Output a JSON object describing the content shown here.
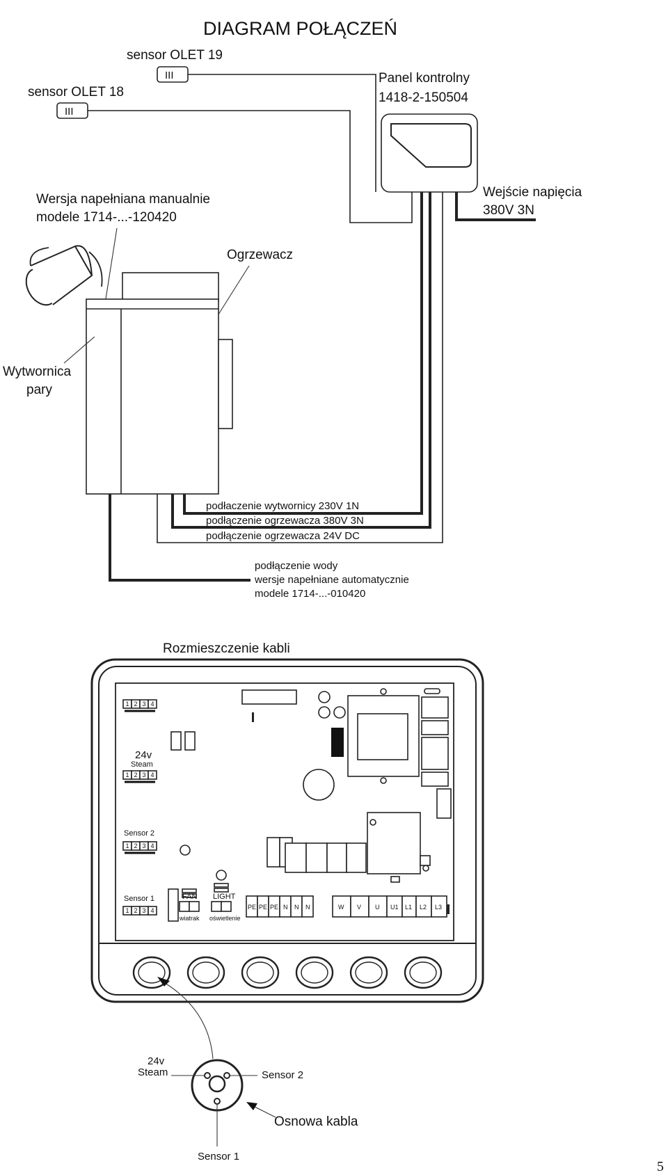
{
  "top": {
    "title": "DIAGRAM POŁĄCZEŃ",
    "sensor19": "sensor OLET 19",
    "sensor18": "sensor OLET 18",
    "sensor_glyph": "III",
    "panel_line1": "Panel kontrolny",
    "panel_line2": "1418-2-150504",
    "power_line1": "Wejście napięcia",
    "power_line2": "380V 3N",
    "manual_line1": "Wersja napełniana manualnie",
    "manual_line2": "modele 1714-...-120420",
    "heater": "Ogrzewacz",
    "generator_line1": "Wytwornica",
    "generator_line2": "pary",
    "conn_generator": "podłaczenie wytwornicy 230V 1N",
    "conn_heater380": "podłączenie ogrzewacza 380V 3N",
    "conn_heater24": "podłączenie ogrzewacza 24V DC",
    "water_line1": "podłączenie wody",
    "water_line2": "wersje napełniane automatycznie",
    "water_line3": "modele 1714-...-010420"
  },
  "board": {
    "title": "Rozmieszczenie kabli",
    "pins": [
      "1",
      "2",
      "3",
      "4"
    ],
    "label_24v": "24v",
    "label_steam": "Steam",
    "label_sensor2": "Sensor 2",
    "label_sensor1": "Sensor 1",
    "fan": "FAN",
    "fan_sub": "wiatrak",
    "light": "LIGHT",
    "light_sub": "oświetlenie",
    "terminals_left": [
      "PE",
      "PE",
      "PE",
      "N",
      "N",
      "N"
    ],
    "terminals_right": [
      "W",
      "V",
      "U",
      "U1",
      "L1",
      "L2",
      "L3"
    ]
  },
  "cable": {
    "label_24v": "24v",
    "label_steam": "Steam",
    "label_sensor2": "Sensor 2",
    "label_sensor1": "Sensor 1",
    "label_core": "Osnowa kabla"
  },
  "page_number": "5"
}
